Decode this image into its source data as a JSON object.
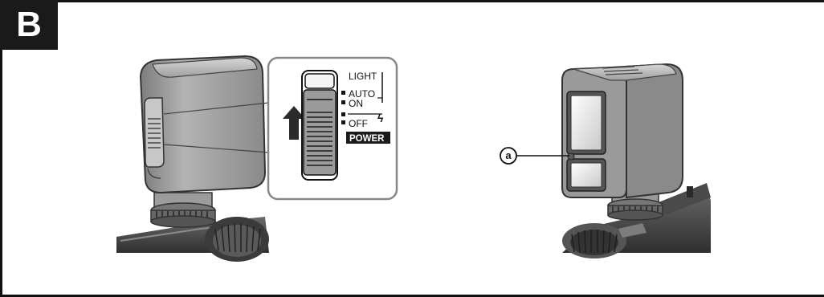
{
  "section_label": "B",
  "switch": {
    "positions": [
      "LIGHT",
      "AUTO",
      "ON",
      "OFF"
    ],
    "flash_symbol": "ϟ",
    "badge": "POWER"
  },
  "callout": {
    "label": "a"
  }
}
